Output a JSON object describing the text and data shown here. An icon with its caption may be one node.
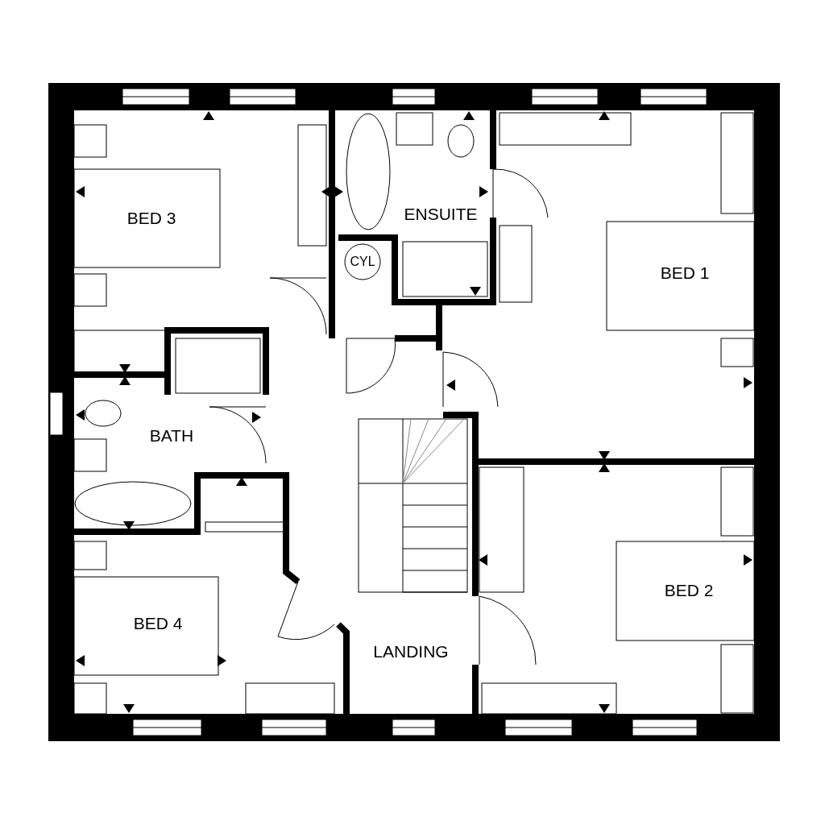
{
  "diagram": {
    "labels": [
      "BED 3",
      "ENSUITE",
      "BED 1",
      "CYL",
      "BATH",
      "BED 4",
      "LANDING",
      "BED 2"
    ]
  }
}
